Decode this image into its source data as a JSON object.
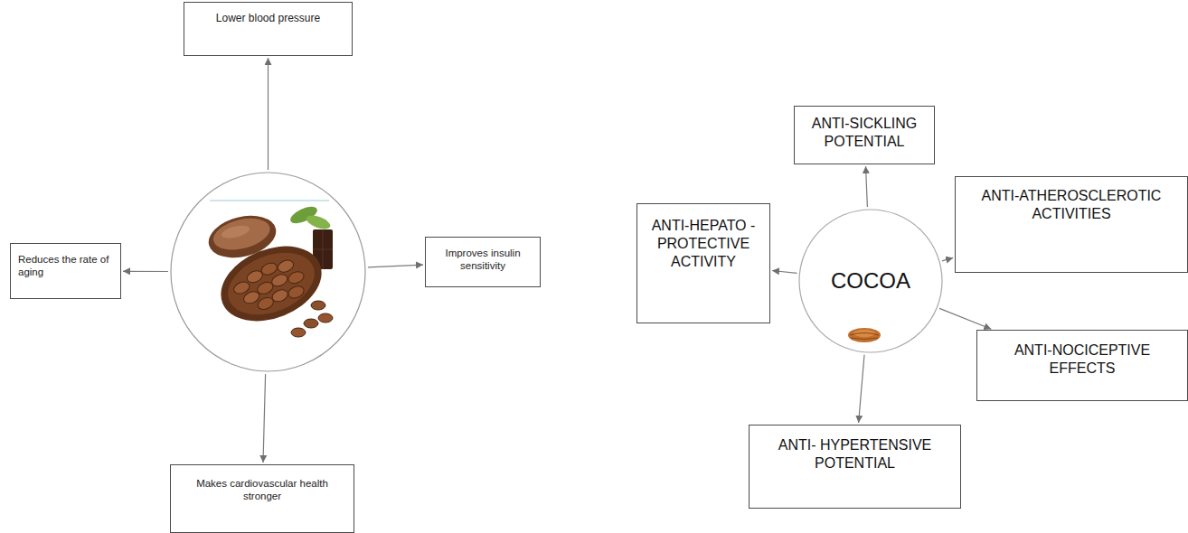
{
  "diagram": {
    "nodes": [
      {
        "text": []
      },
      {
        "text": [
          "Lower blood pressure"
        ]
      },
      {
        "text": [
          "Reduces the rate of aging"
        ]
      },
      {
        "text": [
          "Improves insulin sensitivity"
        ]
      },
      {
        "text": [
          "Makes cardiovascular health stronger"
        ]
      },
      {
        "text": [
          "ANTI-SICKLING POTENTIAL"
        ]
      },
      {
        "text": [
          "ANTI-HEPATO -PROTECTIVE ACTIVITY"
        ]
      },
      {
        "text": [
          "ANTI-ATHEROSCLEROTIC ACTIVITIES"
        ]
      },
      {
        "text": [
          "COCOA"
        ]
      },
      {
        "text": [
          "ANTI-NOCICEPTIVE EFFECTS"
        ]
      },
      {
        "text": [
          "ANTI- HYPERTENSIVE POTENTIAL"
        ]
      }
    ],
    "edges": [
      {
        "from": 0,
        "to": 1,
        "arrow": "to"
      },
      {
        "from": 0,
        "to": 2,
        "arrow": "to"
      },
      {
        "from": 0,
        "to": 3,
        "arrow": "to"
      },
      {
        "from": 0,
        "to": 4,
        "arrow": "to"
      },
      {
        "from": 8,
        "to": 5,
        "arrow": "to"
      },
      {
        "from": 8,
        "to": 6,
        "arrow": "to"
      },
      {
        "from": 8,
        "to": 7,
        "arrow": "to"
      },
      {
        "from": 8,
        "to": 9,
        "arrow": "to"
      },
      {
        "from": 8,
        "to": 10,
        "arrow": "to"
      }
    ]
  }
}
